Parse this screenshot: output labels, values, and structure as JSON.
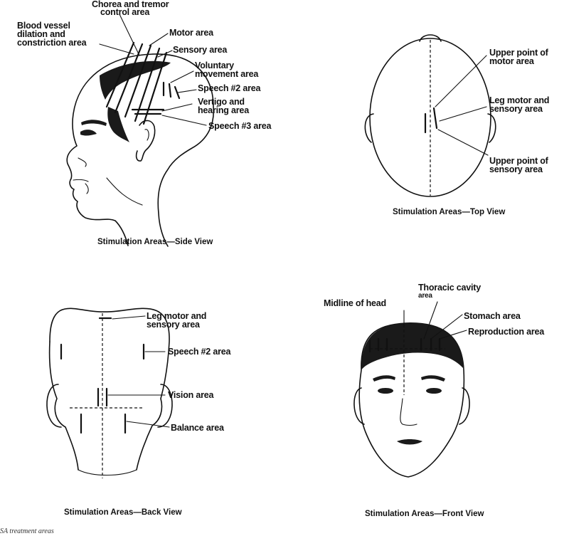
{
  "side_view": {
    "caption": "Stimulation Areas—Side View",
    "labels": {
      "chorea_line1": "Chorea and tremor",
      "chorea_line2": "control area",
      "blood_line1": "Blood vessel",
      "blood_line2": "dilation and",
      "blood_line3": "constriction area",
      "motor": "Motor area",
      "sensory": "Sensory area",
      "voluntary_line1": "Voluntary",
      "voluntary_line2": "movement area",
      "speech2": "Speech #2 area",
      "vertigo_line1": "Vertigo and",
      "vertigo_line2": "hearing area",
      "speech3": "Speech #3 area"
    }
  },
  "top_view": {
    "caption": "Stimulation Areas—Top View",
    "labels": {
      "upper_motor_line1": "Upper point of",
      "upper_motor_line2": "motor area",
      "leg_line1": "Leg motor and",
      "leg_line2": "sensory area",
      "upper_sensory_line1": "Upper point of",
      "upper_sensory_line2": "sensory area"
    }
  },
  "back_view": {
    "caption": "Stimulation Areas—Back View",
    "labels": {
      "leg_line1": "Leg motor and",
      "leg_line2": "sensory area",
      "speech2": "Speech #2 area",
      "vision": "Vision area",
      "balance": "Balance area"
    }
  },
  "front_view": {
    "caption": "Stimulation Areas—Front View",
    "labels": {
      "midline": "Midline of head",
      "thoracic_line1": "Thoracic cavity",
      "thoracic_line2": "area",
      "stomach": "Stomach area",
      "reproduction": "Reproduction area"
    }
  },
  "footer": "SA treatment areas"
}
